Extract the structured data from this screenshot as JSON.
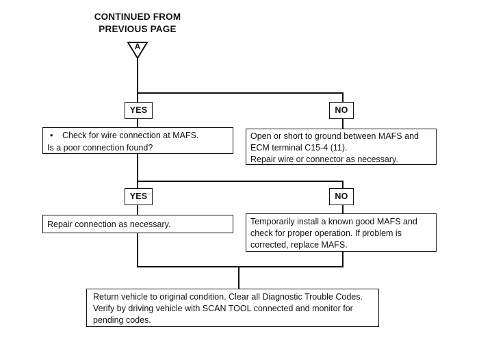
{
  "colors": {
    "line": "#111111",
    "background": "#ffffff"
  },
  "header": {
    "line1": "CONTINUED FROM",
    "line2": "PREVIOUS PAGE"
  },
  "connector": {
    "label": "A"
  },
  "branch1": {
    "yes_label": "YES",
    "no_label": "NO",
    "yes_box": {
      "bullet": "•",
      "line1": "Check for wire connection at MAFS.",
      "line2": "Is a poor connection found?"
    },
    "no_box": {
      "line1": "Open or short to ground between MAFS and",
      "line2": "ECM terminal C15-4 (11).",
      "line3": "Repair wire or connector as necessary."
    }
  },
  "branch2": {
    "yes_label": "YES",
    "no_label": "NO",
    "yes_box": {
      "line1": "Repair connection as necessary."
    },
    "no_box": {
      "line1": "Temporarily install a known good MAFS and",
      "line2": "check for proper operation. If problem is",
      "line3": "corrected, replace MAFS."
    }
  },
  "final_box": {
    "line1": "Return vehicle to original condition. Clear all Diagnostic Trouble Codes.",
    "line2": "Verify by driving vehicle with SCAN TOOL connected and monitor for",
    "line3": "pending codes."
  }
}
